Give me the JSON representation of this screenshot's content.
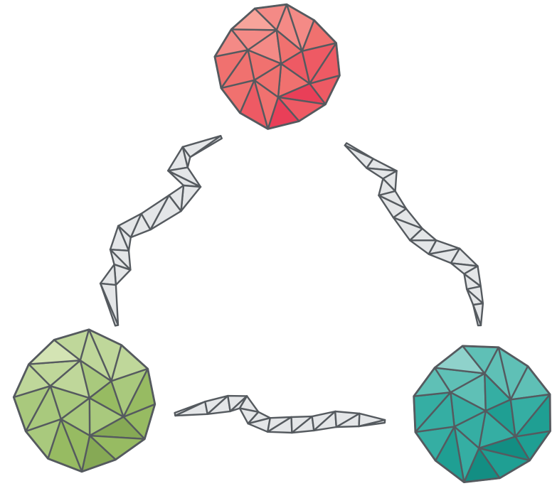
{
  "diagram": {
    "nodes": [
      {
        "id": "top",
        "shape": "low-poly-sphere",
        "colors": [
          "#f7a49b",
          "#f48a86",
          "#f0716f",
          "#ee5a64",
          "#e93f58",
          "#f6b0a6"
        ]
      },
      {
        "id": "bottom-left",
        "shape": "low-poly-sphere",
        "colors": [
          "#d4e4b4",
          "#bfd79a",
          "#a9c97d",
          "#97bb62",
          "#86a955",
          "#7a9a47"
        ]
      },
      {
        "id": "bottom-right",
        "shape": "low-poly-sphere",
        "colors": [
          "#8fd2cb",
          "#5fc0b6",
          "#35aea3",
          "#1f9f93",
          "#138e83",
          "#0f7f75"
        ]
      }
    ],
    "connectors": [
      {
        "from": "top",
        "to": "bottom-left",
        "style": "jagged-triangle-strip",
        "color": "#e4e6e8"
      },
      {
        "from": "top",
        "to": "bottom-right",
        "style": "jagged-triangle-strip",
        "color": "#e4e6e8"
      },
      {
        "from": "bottom-left",
        "to": "bottom-right",
        "style": "jagged-triangle-strip",
        "color": "#e4e6e8"
      }
    ],
    "stroke_color": "#555a5f"
  }
}
